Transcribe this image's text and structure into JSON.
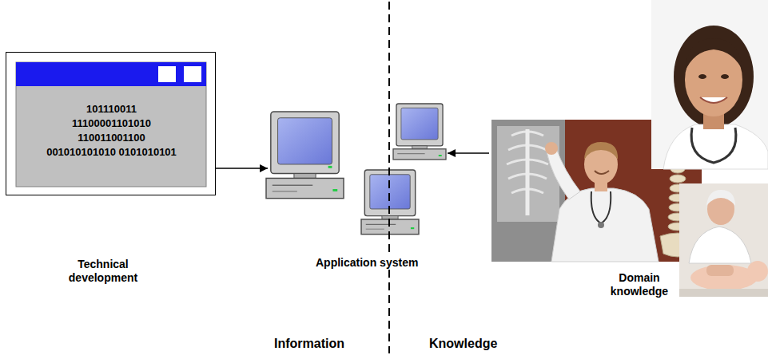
{
  "diagram": {
    "nodes": [
      {
        "text": [
          "101110011 11100001101010 110011001100 001010101010 0101010101"
        ]
      },
      {
        "text": [
          "Application system"
        ]
      },
      {
        "text": [
          "Domain knowledge"
        ]
      }
    ],
    "edges": [
      {
        "from": 0,
        "to": 1,
        "arrow": "to"
      },
      {
        "from": 2,
        "to": 1,
        "arrow": "to"
      }
    ],
    "labels": [
      "Technical development",
      "Information",
      "Knowledge"
    ]
  }
}
